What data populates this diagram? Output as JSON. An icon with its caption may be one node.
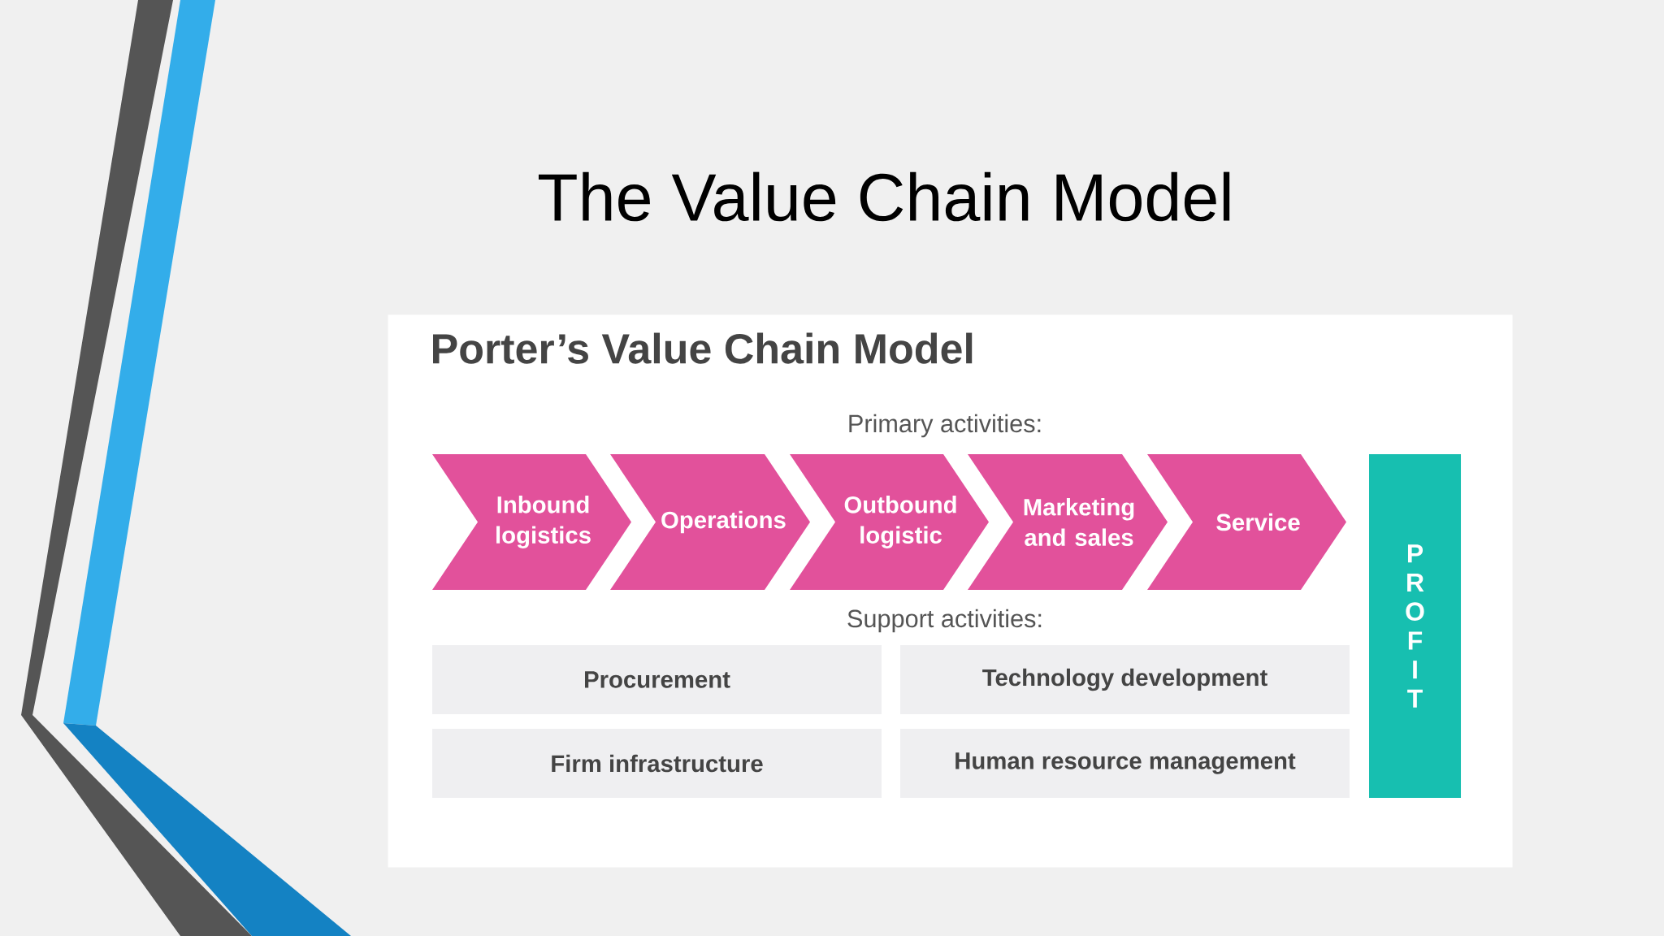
{
  "diagram": {
    "title": "The Value Chain Model",
    "nodes": [
      {
        "text": [
          "Porter’s Value Chain Model"
        ]
      },
      {
        "text": [
          "Inbound logistics"
        ],
        "in": 0
      },
      {
        "text": [
          "Operations"
        ],
        "in": 0
      },
      {
        "text": [
          "Outbound logistic"
        ],
        "in": 0
      },
      {
        "text": [
          "Marketing and sales"
        ],
        "in": 0
      },
      {
        "text": [
          "Service"
        ],
        "in": 0
      },
      {
        "text": [
          "Procurement"
        ],
        "in": 0
      },
      {
        "text": [
          "Technology development"
        ],
        "in": 0
      },
      {
        "text": [
          "Firm infrastructure"
        ],
        "in": 0
      },
      {
        "text": [
          "Human resource management"
        ],
        "in": 0
      },
      {
        "text": [
          "P R O F I T"
        ],
        "in": 0
      }
    ],
    "labels": [
      "Primary activities:",
      "Support activities:"
    ]
  }
}
